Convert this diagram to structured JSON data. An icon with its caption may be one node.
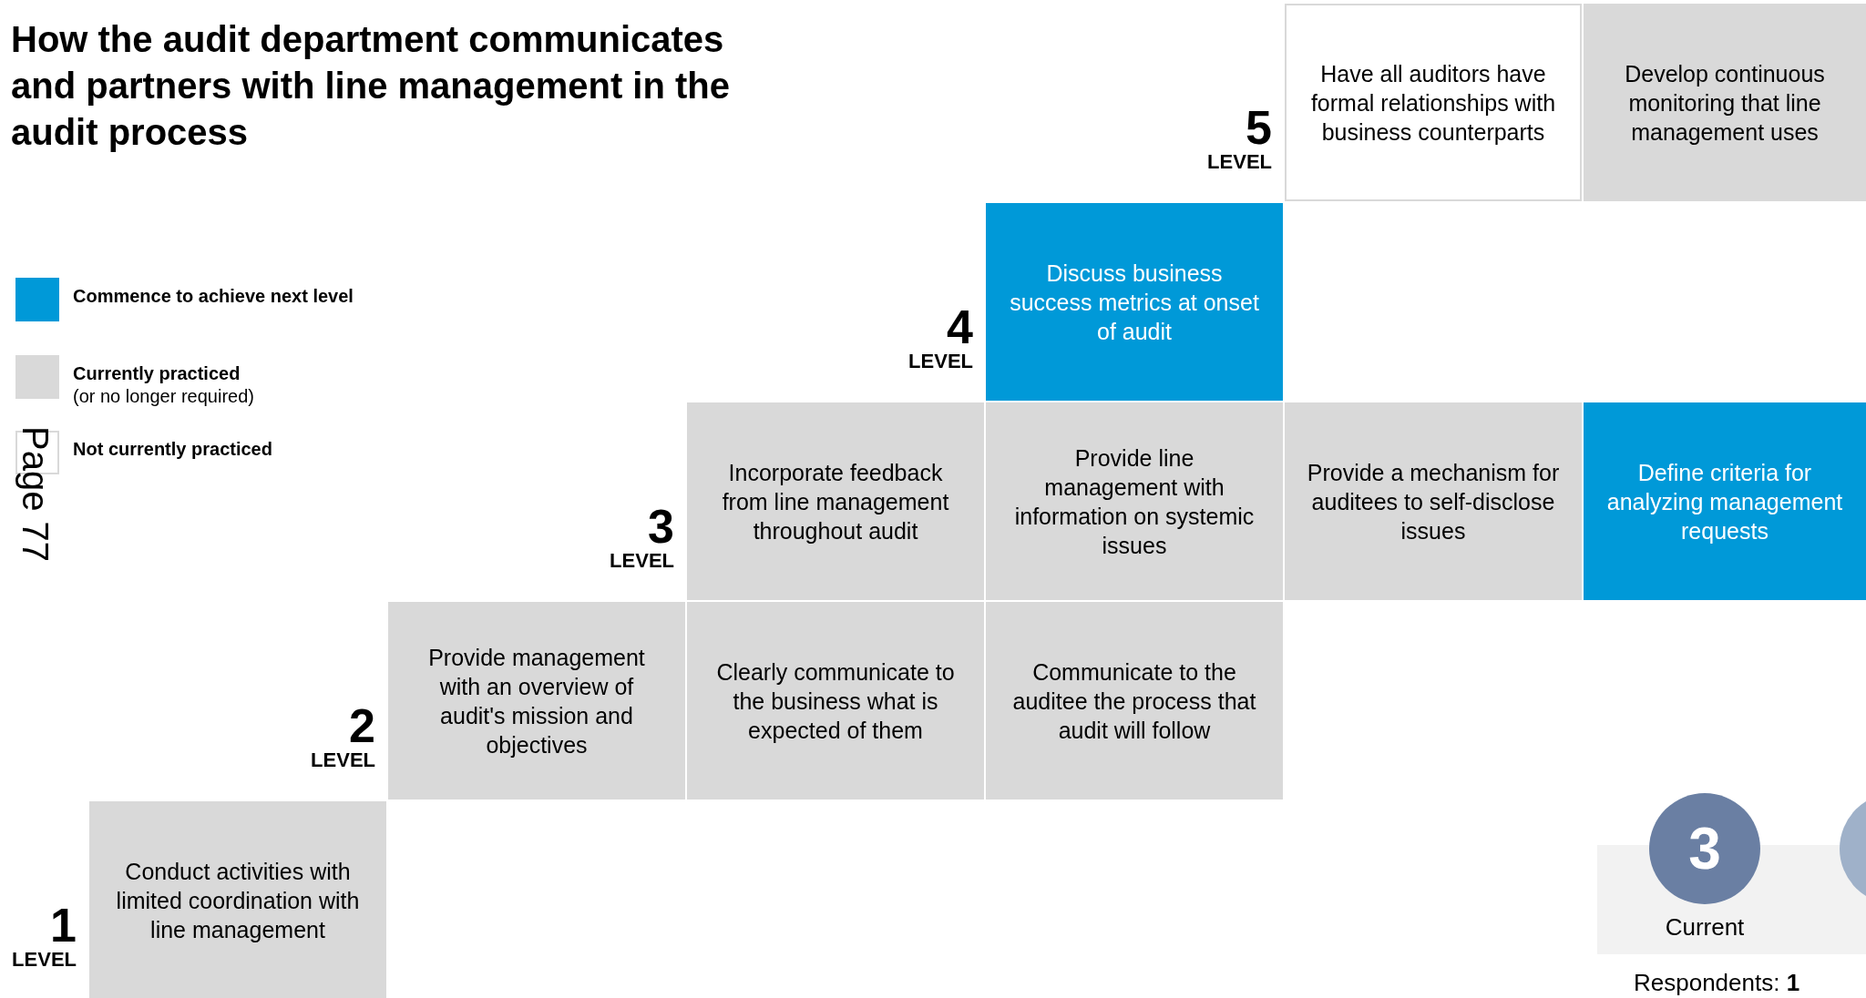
{
  "diagram": {
    "title": "How the audit department communicates and partners with line management in the audit process",
    "nodes": [
      {
        "text": [
          "Have all auditors have formal relationships with business counterparts"
        ]
      },
      {
        "text": [
          "Develop continuous monitoring that line management uses"
        ]
      },
      {
        "text": [
          "Discuss business success metrics at onset of audit"
        ]
      },
      {
        "text": [
          "Incorporate feedback from line management throughout audit"
        ]
      },
      {
        "text": [
          "Provide line management with information on systemic issues"
        ]
      },
      {
        "text": [
          "Provide a mechanism for auditees to self-disclose issues"
        ]
      },
      {
        "text": [
          "Define criteria for analyzing management requests"
        ]
      },
      {
        "text": [
          "Provide management with an overview of audit's mission and objectives"
        ]
      },
      {
        "text": [
          "Clearly communicate to the business what is expected of them"
        ]
      },
      {
        "text": [
          "Communicate to the auditee the process that audit will follow"
        ]
      },
      {
        "text": [
          "Conduct activities with limited coordination with line management"
        ]
      },
      {
        "text": [
          "3"
        ],
        "beside": [
          "Current"
        ]
      },
      {
        "text": [],
        "shape": "circle"
      }
    ],
    "labels": [
      "5",
      "LEVEL",
      "4",
      "LEVEL",
      "3",
      "LEVEL",
      "2",
      "LEVEL",
      "1",
      "LEVEL",
      "Page 77",
      "Respondents: **1**"
    ],
    "legend": [
      {
        "text": "Commence to achieve next level",
        "color": "#0099d8"
      },
      {
        "text": "**Currently practiced** (or no longer required)",
        "color": "#d9d9d9"
      },
      {
        "text": "Not currently practiced",
        "color": "#ffffff"
      }
    ]
  }
}
